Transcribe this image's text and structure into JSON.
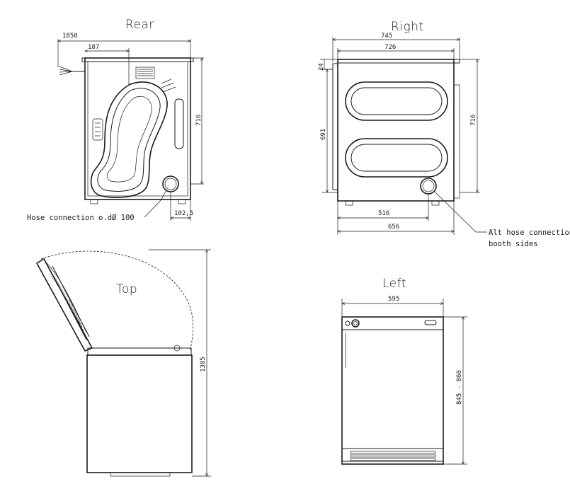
{
  "views": {
    "rear": {
      "title": "Rear",
      "dims": {
        "cable_length": "1850",
        "cable_offset": "187",
        "height": "716",
        "hose_offset": "102,5"
      },
      "hose_label": "Hose connection o.d.",
      "hose_diameter": "Ø 100"
    },
    "right": {
      "title": "Right",
      "dims": {
        "overall_depth": "745",
        "body_depth": "726",
        "top_small": "24",
        "door_height": "691",
        "height": "716",
        "hose_depth": "516",
        "base_depth": "656"
      },
      "alt_hose_label_line1": "Alt hose connection",
      "alt_hose_label_line2": "booth sides"
    },
    "top": {
      "title": "Top",
      "dims": {
        "open_height": "1305"
      }
    },
    "left": {
      "title": "Left",
      "dims": {
        "width": "595",
        "height_range": "845 - 860"
      }
    }
  }
}
